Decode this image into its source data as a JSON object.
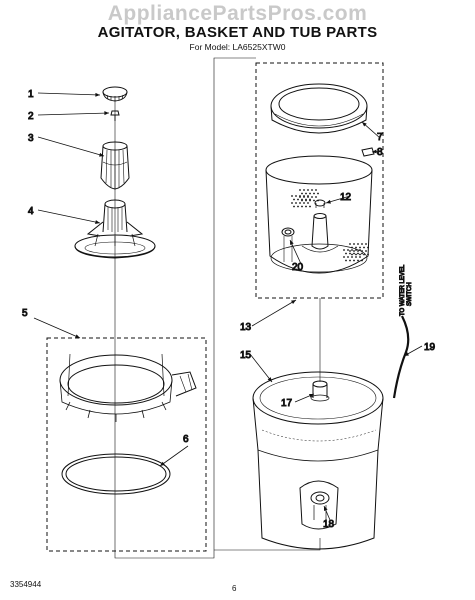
{
  "watermark": "AppliancePartsPros.com",
  "title": "AGITATOR, BASKET AND TUB PARTS",
  "subtitle": "For Model: LA6525XTW0",
  "part_labels": {
    "p1": "1",
    "p2": "2",
    "p3": "3",
    "p4": "4",
    "p5": "5",
    "p6": "6",
    "p7": "7",
    "p8": "8",
    "p12": "12",
    "p13": "13",
    "p15": "15",
    "p17": "17",
    "p18": "18",
    "p19": "19",
    "p20": "20"
  },
  "switch_label_1": "TO WATER LEVEL",
  "switch_label_2": "SWITCH",
  "footer": {
    "doc_number": "3354944",
    "page_number": "6"
  }
}
